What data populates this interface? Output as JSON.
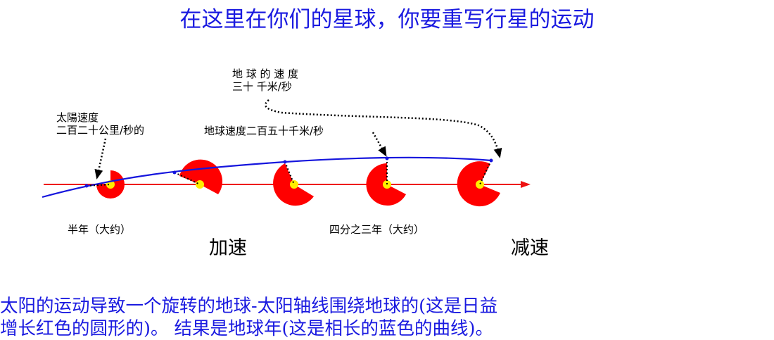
{
  "title": "在这里在你们的星球，你要重写行星的运动",
  "labels": {
    "sun_speed_line1": "太陽速度",
    "sun_speed_line2": "二百二十公里/秒的",
    "earth_speed_line1": "地 球 的 速 度",
    "earth_speed_line2": "三十  千米/秒",
    "earth_sun_speed": "地球速度二百五十千米/秒",
    "half_year": "半年（大约）",
    "three_quarter_year": "四分之三年（大约）",
    "accelerate": "加速",
    "decelerate": "减速"
  },
  "caption": {
    "line1": "太阳的运动导致一个旋转的地球-太阳轴线围绕地球的(这是日益",
    "line2": "增长红色的圆形的)。   结果是地球年(这是相长的蓝色的曲线)。"
  },
  "colors": {
    "title_text": "#1a1ae0",
    "sun_path": "#ee1111",
    "earth_path": "#1515dd",
    "sector_fill": "#ff0000",
    "sun_fill": "#ffee00"
  }
}
